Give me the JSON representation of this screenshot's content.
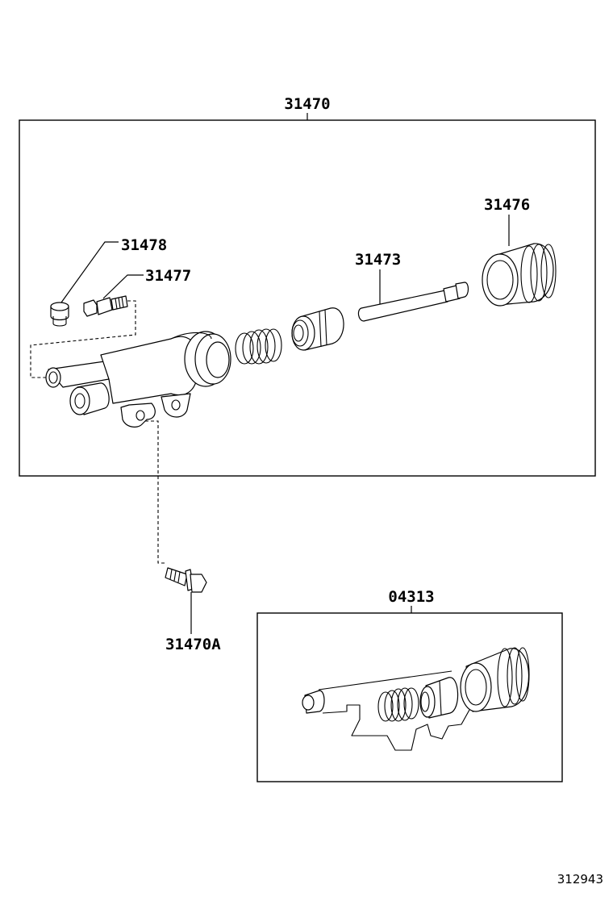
{
  "diagram": {
    "labels": {
      "assembly": "31470",
      "bleeder_cap": "31478",
      "bleeder_plug": "31477",
      "piston": "31473",
      "boot": "31476",
      "bolt": "31470A",
      "repair_kit": "04313"
    },
    "figure_code": "312943"
  }
}
